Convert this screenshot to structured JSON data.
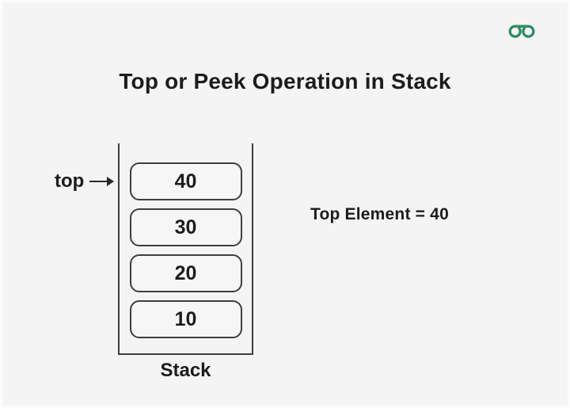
{
  "page": {
    "title": "Top or Peek Operation in Stack"
  },
  "logo": {
    "name": "geeksforgeeks-logo",
    "color": "#2f8d62"
  },
  "diagram": {
    "pointer_label": "top",
    "annotation": "Top Element = 40",
    "stack_label": "Stack",
    "items_top_to_bottom": [
      "40",
      "30",
      "20",
      "10"
    ]
  },
  "colors": {
    "background": "#f4f4f4",
    "stroke": "#3e3e3e",
    "text": "#1c1c1c"
  }
}
